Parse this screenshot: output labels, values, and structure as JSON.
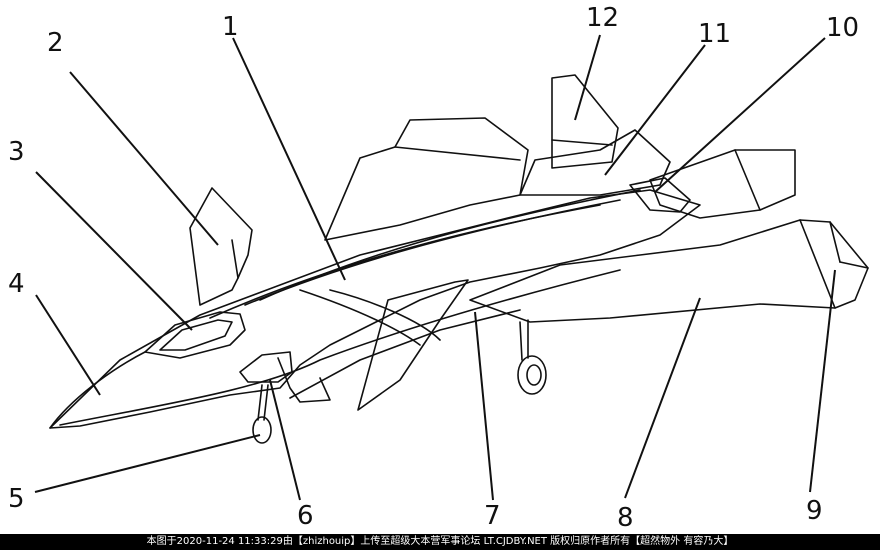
{
  "callouts": [
    "1",
    "2",
    "3",
    "4",
    "5",
    "6",
    "7",
    "8",
    "9",
    "10",
    "11",
    "12"
  ],
  "footer": {
    "text": "本图于2020-11-24 11:33:29由【zhizhouip】上传至超级大本营军事论坛 LT.CJDBY.NET 版权归原作者所有【超然物外 有容乃大】"
  },
  "colors": {
    "line": "#111111",
    "background": "#ffffff",
    "footer_bg": "#000000",
    "footer_text": "#ffffff"
  }
}
